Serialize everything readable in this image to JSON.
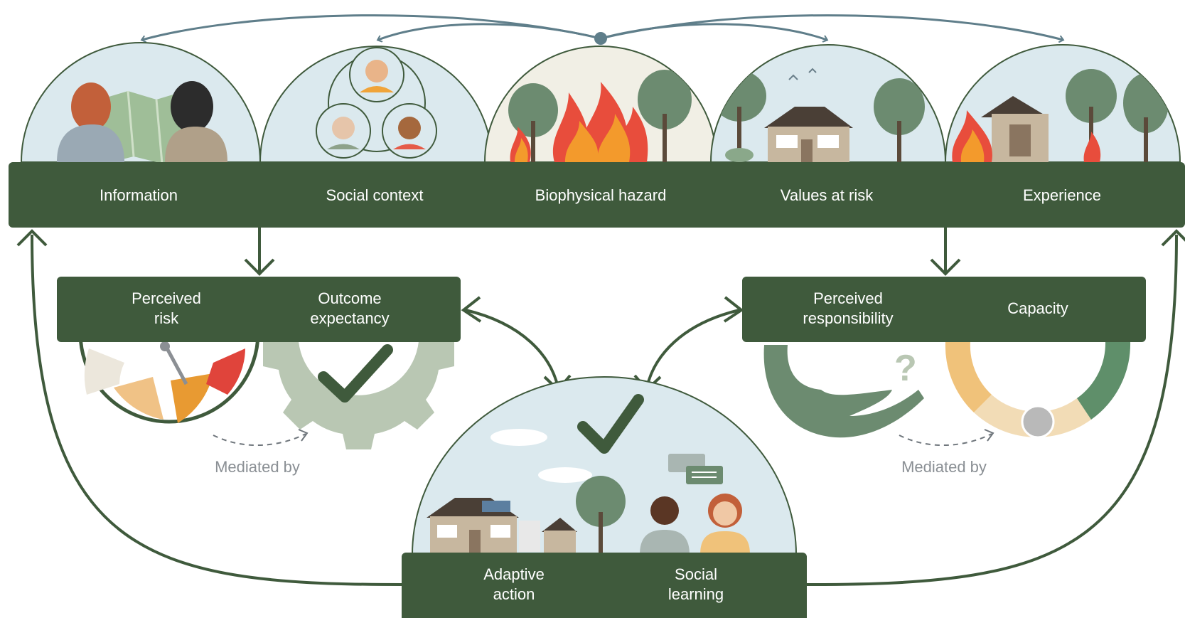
{
  "factors": [
    {
      "id": "information",
      "label": "Information"
    },
    {
      "id": "social-context",
      "label": "Social context"
    },
    {
      "id": "biophysical-hazard",
      "label": "Biophysical hazard"
    },
    {
      "id": "values-at-risk",
      "label": "Values at risk"
    },
    {
      "id": "experience",
      "label": "Experience"
    }
  ],
  "left_box": {
    "perceived_risk": [
      "Perceived",
      "risk"
    ],
    "outcome_expectancy": [
      "Outcome",
      "expectancy"
    ]
  },
  "right_box": {
    "perceived_responsibility": [
      "Perceived",
      "responsibility"
    ],
    "capacity": "Capacity"
  },
  "bottom_box": {
    "adaptive_action": [
      "Adaptive",
      "action"
    ],
    "social_learning": [
      "Social",
      "learning"
    ]
  },
  "mediated_left": "Mediated by",
  "mediated_right": "Mediated by",
  "icons": [
    "map-icon",
    "people-network-icon",
    "wildfire-icon",
    "house-icon",
    "burning-house-icon",
    "risk-gauge-icon",
    "gear-check-icon",
    "hand-question-icon",
    "capacity-ring-icon",
    "checkmark-icon",
    "speech-bubble-icon"
  ],
  "colors": {
    "bar": "#3f5a3c",
    "arrow": "#3f5a3c",
    "top_arrow": "#5f7e8a",
    "sky": "#dbe9ee",
    "tree": "#6c8b70",
    "fire_red": "#e84d3c",
    "fire_orange": "#f39a2c",
    "house": "#bfae98",
    "gauge_red": "#e0443b",
    "gauge_orange": "#e89a32",
    "gauge_light": "#f0c286",
    "gear": "#b9c7b3",
    "capacity_green": "#5f8f6a",
    "capacity_tan": "#f2dcb6",
    "capacity_orange": "#f0c27a",
    "mediated_text": "#8a8f94"
  }
}
